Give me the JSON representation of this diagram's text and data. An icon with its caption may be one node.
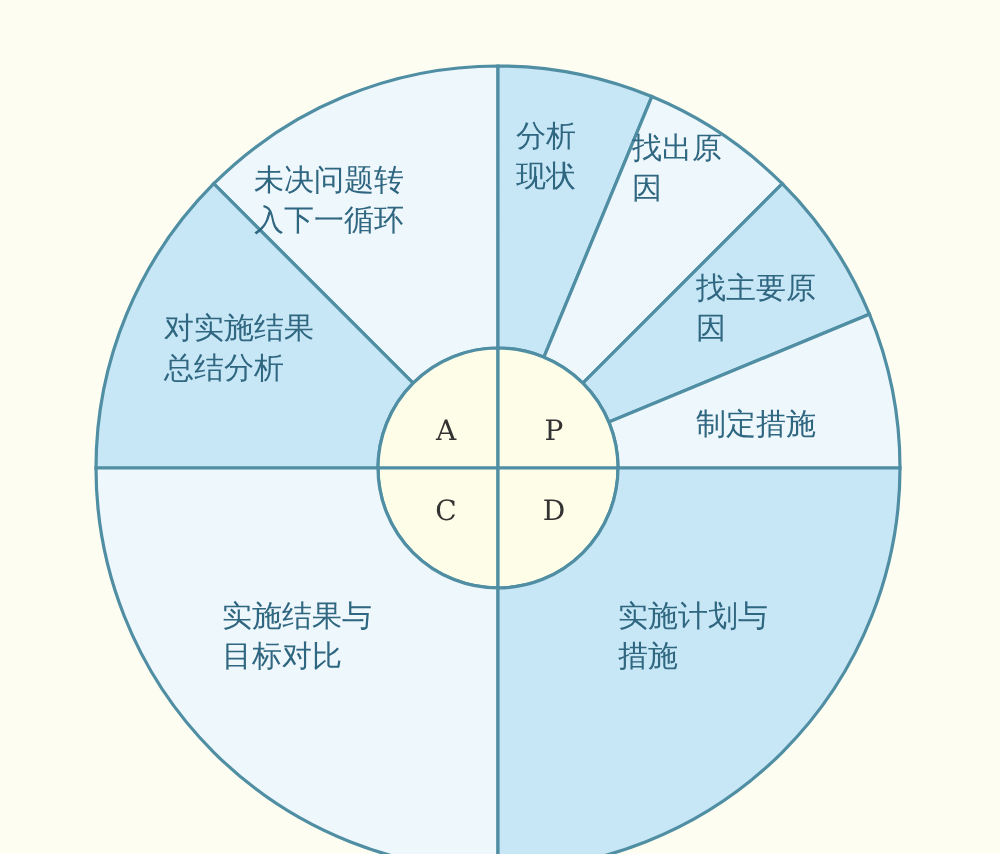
{
  "diagram": {
    "nodes": [
      {
        "text": [
          "未决问题转入下一循环"
        ]
      },
      {
        "text": [
          "分析现状"
        ]
      },
      {
        "text": [
          "找出原因"
        ]
      },
      {
        "text": [
          "找主要原因"
        ]
      },
      {
        "text": [
          "制定措施"
        ]
      },
      {
        "text": [
          "对实施结果总结分析"
        ]
      },
      {
        "text": [
          "A"
        ]
      },
      {
        "text": [
          "P"
        ]
      },
      {
        "text": [
          "C"
        ]
      },
      {
        "text": [
          "D"
        ]
      },
      {
        "text": [
          "实施结果与目标对比"
        ]
      },
      {
        "text": [
          "实施计划与措施"
        ]
      }
    ]
  }
}
